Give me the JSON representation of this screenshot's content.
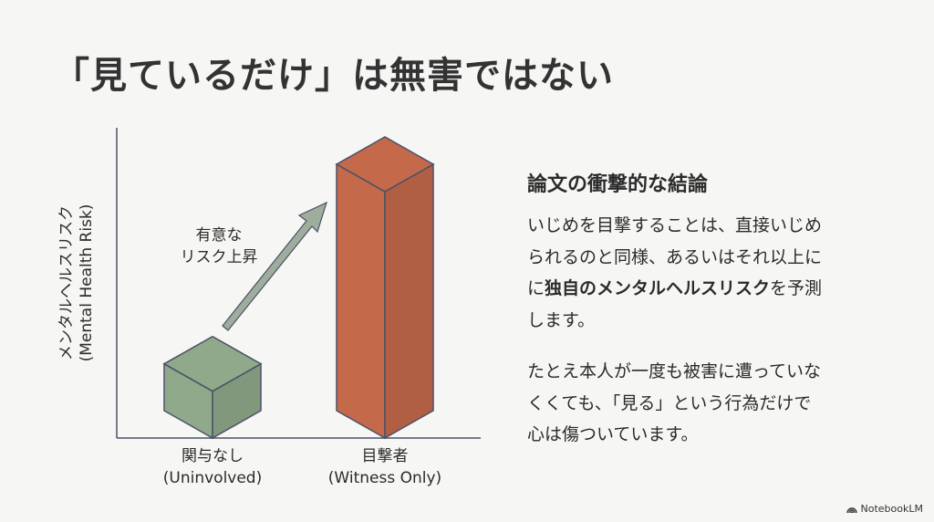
{
  "title": "「見ているだけ」は無害ではない",
  "chart_data": {
    "type": "bar",
    "style": "3d-isometric",
    "ylabel_ja": "メンタルヘルスリスク",
    "ylabel_en": "(Mental Health Risk)",
    "categories": [
      {
        "ja": "関与なし",
        "en": "(Uninvolved)"
      },
      {
        "ja": "目撃者",
        "en": "(Witness Only)"
      }
    ],
    "values": [
      1,
      4
    ],
    "colors": [
      "#8fa98a",
      "#c4694a"
    ],
    "annotation": {
      "line1": "有意な",
      "line2": "リスク上昇"
    },
    "grid": false
  },
  "panel": {
    "heading": "論文の衝撃的な結論",
    "p1": {
      "line1": "いじめを目撃することは、直接いじめ",
      "line2": "られるのと同様、あるいはそれ以上に",
      "line3_pre": "に",
      "line3_bold": "独自のメンタルヘルスリスク",
      "line3_post": "を予測",
      "line4": "します。"
    },
    "p2": {
      "line1": "たとえ本人が一度も被害に遭っていな",
      "line2": "くくても、「見る」という行為だけで",
      "line3": "心は傷ついています。"
    }
  },
  "brand": "NotebookLM"
}
